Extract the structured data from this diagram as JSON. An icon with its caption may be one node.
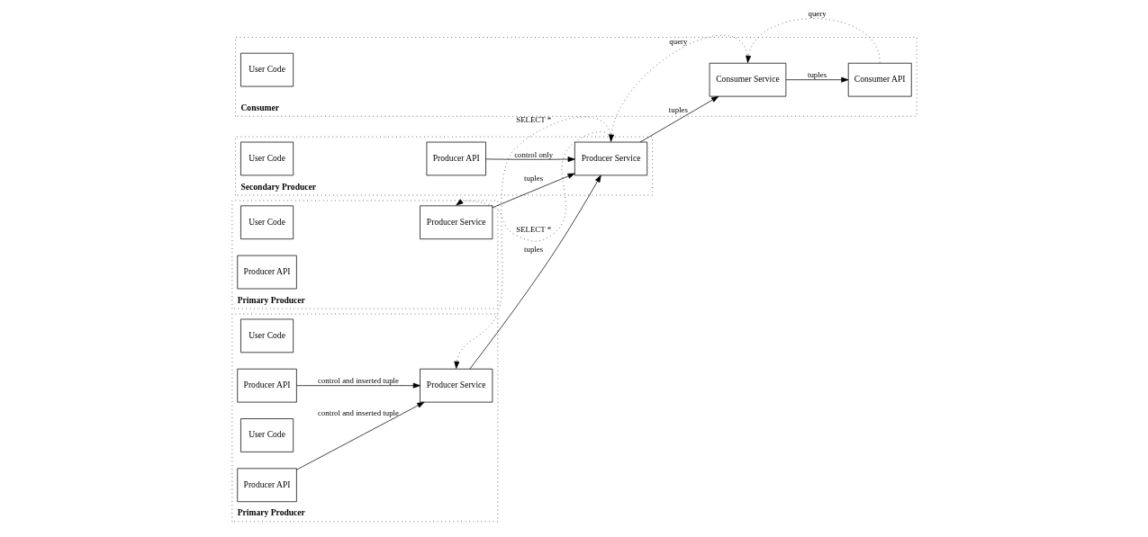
{
  "diagram": {
    "nodes": [
      {
        "text": [
          "Primary Producer"
        ]
      },
      {
        "text": [
          "User Code"
        ],
        "in": 0
      },
      {
        "text": [
          "Producer API"
        ],
        "in": 0
      },
      {
        "text": [
          "Producer Service"
        ],
        "in": 0
      },
      {
        "text": [
          "User Code"
        ],
        "in": 0
      },
      {
        "text": [
          "Producer API"
        ],
        "in": 0
      },
      {
        "text": [
          "Secondary Producer"
        ]
      },
      {
        "text": [
          "Producer API"
        ],
        "in": 6
      },
      {
        "text": [
          "User Code"
        ],
        "in": 6
      },
      {
        "text": [
          "Producer Service"
        ],
        "in": 6
      },
      {
        "text": [
          "Primary Producer"
        ]
      },
      {
        "text": [
          "User Code"
        ],
        "in": 10
      },
      {
        "text": [
          "Producer API"
        ],
        "in": 10
      },
      {
        "text": [
          "Producer Service"
        ],
        "in": 10
      },
      {
        "text": [
          "Consumer"
        ]
      },
      {
        "text": [
          "Consumer Service"
        ],
        "in": 14
      },
      {
        "text": [
          "Consumer API"
        ],
        "in": 14
      },
      {
        "text": [
          "User Code"
        ],
        "in": 14
      }
    ],
    "edges": [
      {
        "from": 2,
        "to": 3,
        "arrow": "to",
        "label": "control and inserted tuple"
      },
      {
        "from": 5,
        "to": 3,
        "arrow": "to",
        "label": "control and inserted tuple"
      },
      {
        "from": 9,
        "to": 3,
        "arrow": "to",
        "label": "SELECT *",
        "style": "dashed"
      },
      {
        "from": 3,
        "to": 9,
        "arrow": "to",
        "label": "tuples"
      },
      {
        "from": 7,
        "to": 9,
        "arrow": "to",
        "label": "control only"
      },
      {
        "from": 9,
        "to": 13,
        "arrow": "to",
        "label": "SELECT *",
        "style": "dashed"
      },
      {
        "from": 13,
        "to": 9,
        "arrow": "to",
        "label": "tuples"
      },
      {
        "from": 15,
        "to": 9,
        "arrow": "to",
        "label": "query",
        "style": "dashed"
      },
      {
        "from": 9,
        "to": 15,
        "arrow": "to",
        "label": "tuples"
      },
      {
        "from": 16,
        "to": 15,
        "arrow": "to",
        "label": "query",
        "style": "dashed"
      },
      {
        "from": 15,
        "to": 16,
        "arrow": "to",
        "label": "tuples"
      }
    ]
  }
}
